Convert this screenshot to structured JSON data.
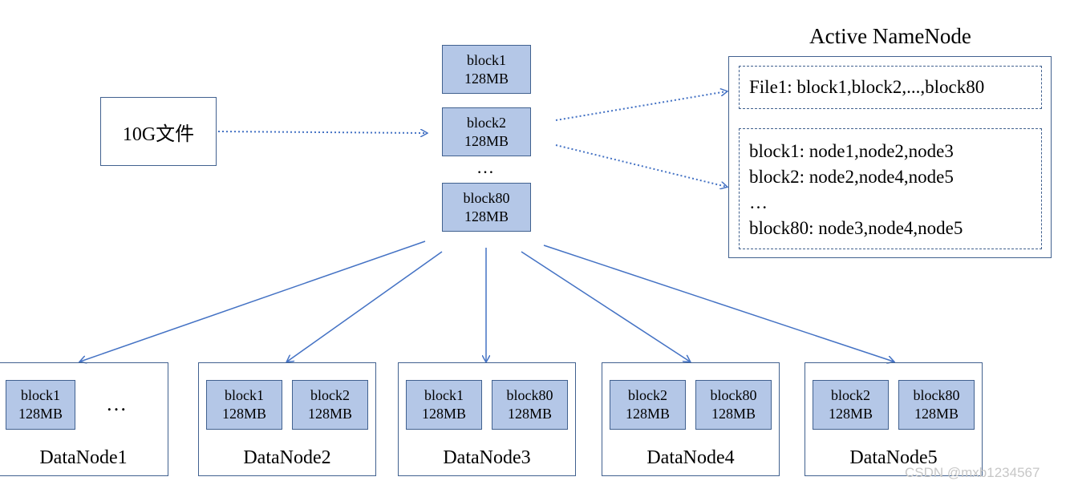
{
  "file_box": {
    "label": "10G文件"
  },
  "split_blocks": [
    {
      "name": "block1",
      "size": "128MB"
    },
    {
      "name": "block2",
      "size": "128MB"
    },
    {
      "name": "block80",
      "size": "128MB"
    }
  ],
  "split_ellipsis": "…",
  "namenode": {
    "title": "Active NameNode",
    "file_mapping": "File1: block1,block2,...,block80",
    "block_mappings": [
      "block1: node1,node2,node3",
      "block2: node2,node4,node5",
      "…",
      "block80: node3,node4,node5"
    ]
  },
  "datanodes": [
    {
      "label": "DataNode1",
      "blocks": [
        {
          "name": "block1",
          "size": "128MB"
        }
      ],
      "ellipsis": "…"
    },
    {
      "label": "DataNode2",
      "blocks": [
        {
          "name": "block1",
          "size": "128MB"
        },
        {
          "name": "block2",
          "size": "128MB"
        }
      ]
    },
    {
      "label": "DataNode3",
      "blocks": [
        {
          "name": "block1",
          "size": "128MB"
        },
        {
          "name": "block80",
          "size": "128MB"
        }
      ]
    },
    {
      "label": "DataNode4",
      "blocks": [
        {
          "name": "block2",
          "size": "128MB"
        },
        {
          "name": "block80",
          "size": "128MB"
        }
      ]
    },
    {
      "label": "DataNode5",
      "blocks": [
        {
          "name": "block2",
          "size": "128MB"
        },
        {
          "name": "block80",
          "size": "128MB"
        }
      ]
    }
  ],
  "watermark": "CSDN @mxb1234567",
  "colors": {
    "line": "#4472c4",
    "block_fill": "#b4c7e7",
    "border": "#41618f"
  }
}
